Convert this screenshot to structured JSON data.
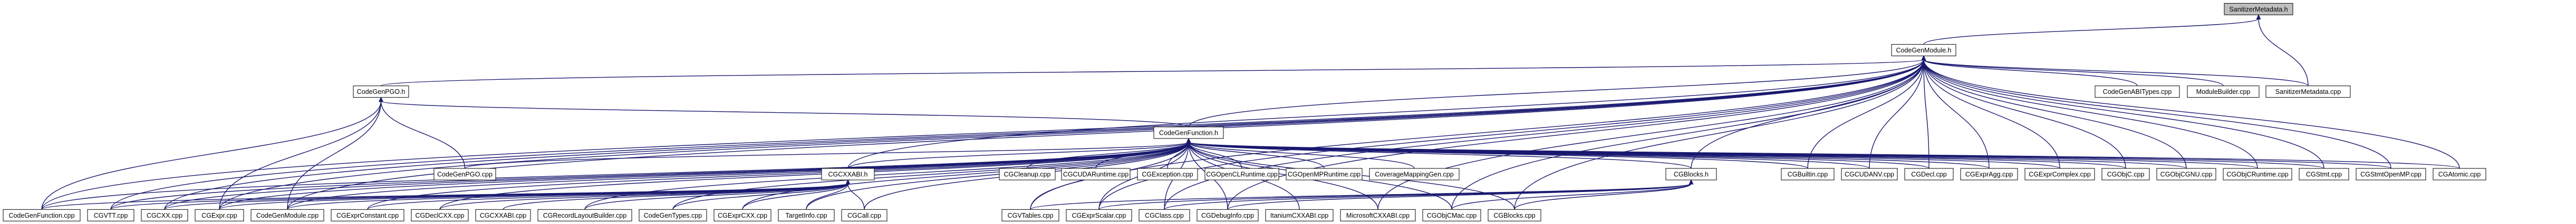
{
  "colors": {
    "edge": "#191970",
    "node_border": "#000000",
    "root_fill": "#bfbfbf",
    "node_fill": "#ffffff"
  },
  "nodes": [
    {
      "id": "sanitizer_h",
      "label": "SanitizerMetadata.h",
      "root": true
    },
    {
      "id": "codegenmodule_h",
      "label": "CodeGenModule.h"
    },
    {
      "id": "codegenpgo_h",
      "label": "CodeGenPGO.h"
    },
    {
      "id": "codegenabitypes_cpp",
      "label": "CodeGenABITypes.cpp"
    },
    {
      "id": "modulebuilder_cpp",
      "label": "ModuleBuilder.cpp"
    },
    {
      "id": "sanitizer_cpp",
      "label": "SanitizerMetadata.cpp"
    },
    {
      "id": "codegenfunction_h",
      "label": "CodeGenFunction.h"
    },
    {
      "id": "codegenpgo_cpp",
      "label": "CodeGenPGO.cpp"
    },
    {
      "id": "cgcxxabi_h",
      "label": "CGCXXABI.h"
    },
    {
      "id": "cgcleanup_cpp",
      "label": "CGCleanup.cpp"
    },
    {
      "id": "cgcudaruntime_cpp",
      "label": "CGCUDARuntime.cpp"
    },
    {
      "id": "cgexception_cpp",
      "label": "CGException.cpp"
    },
    {
      "id": "cgopenclruntime_cpp",
      "label": "CGOpenCLRuntime.cpp"
    },
    {
      "id": "cgopenmpruntime_cpp",
      "label": "CGOpenMPRuntime.cpp"
    },
    {
      "id": "coveragemappinggen_cpp",
      "label": "CoverageMappingGen.cpp"
    },
    {
      "id": "cgblocks_h",
      "label": "CGBlocks.h"
    },
    {
      "id": "cgbuiltin_cpp",
      "label": "CGBuiltin.cpp"
    },
    {
      "id": "cgcudanv_cpp",
      "label": "CGCUDANV.cpp"
    },
    {
      "id": "cgdecl_cpp",
      "label": "CGDecl.cpp"
    },
    {
      "id": "cgexpragg_cpp",
      "label": "CGExprAgg.cpp"
    },
    {
      "id": "cgexprcomplex_cpp",
      "label": "CGExprComplex.cpp"
    },
    {
      "id": "cgobjc_cpp",
      "label": "CGObjC.cpp"
    },
    {
      "id": "cgobjcgnu_cpp",
      "label": "CGObjCGNU.cpp"
    },
    {
      "id": "cgobjcruntime_cpp",
      "label": "CGObjCRuntime.cpp"
    },
    {
      "id": "cgstmt_cpp",
      "label": "CGStmt.cpp"
    },
    {
      "id": "cgstmtopenmp_cpp",
      "label": "CGStmtOpenMP.cpp"
    },
    {
      "id": "cgatomic_cpp",
      "label": "CGAtomic.cpp"
    },
    {
      "id": "codegenfunction_cpp",
      "label": "CodeGenFunction.cpp"
    },
    {
      "id": "cgvtt_cpp",
      "label": "CGVTT.cpp"
    },
    {
      "id": "cgcxx_cpp",
      "label": "CGCXX.cpp"
    },
    {
      "id": "cgexpr_cpp",
      "label": "CGExpr.cpp"
    },
    {
      "id": "codegenmodule_cpp",
      "label": "CodeGenModule.cpp"
    },
    {
      "id": "cgexprconstant_cpp",
      "label": "CGExprConstant.cpp"
    },
    {
      "id": "cgdeclcxx_cpp",
      "label": "CGDeclCXX.cpp"
    },
    {
      "id": "cgcxxabi_cpp",
      "label": "CGCXXABI.cpp"
    },
    {
      "id": "cgrecordlayoutbuilder_cpp",
      "label": "CGRecordLayoutBuilder.cpp"
    },
    {
      "id": "codegentypes_cpp",
      "label": "CodeGenTypes.cpp"
    },
    {
      "id": "cgexprcxx_cpp",
      "label": "CGExprCXX.cpp"
    },
    {
      "id": "targetinfo_cpp",
      "label": "TargetInfo.cpp"
    },
    {
      "id": "cgcall_cpp",
      "label": "CGCall.cpp"
    },
    {
      "id": "cgvtables_cpp",
      "label": "CGVTables.cpp"
    },
    {
      "id": "cgexprscalar_cpp",
      "label": "CGExprScalar.cpp"
    },
    {
      "id": "cgclass_cpp",
      "label": "CGClass.cpp"
    },
    {
      "id": "cgdebuginfo_cpp",
      "label": "CGDebugInfo.cpp"
    },
    {
      "id": "itaniumcxxabi_cpp",
      "label": "ItaniumCXXABI.cpp"
    },
    {
      "id": "microsoftcxxabi_cpp",
      "label": "MicrosoftCXXABI.cpp"
    },
    {
      "id": "cgobjcmac_cpp",
      "label": "CGObjCMac.cpp"
    },
    {
      "id": "cgblocks_cpp",
      "label": "CGBlocks.cpp"
    }
  ],
  "edges": [
    [
      "sanitizer_h",
      "codegenmodule_h"
    ],
    [
      "sanitizer_h",
      "sanitizer_cpp"
    ],
    [
      "codegenmodule_h",
      "codegenpgo_h"
    ],
    [
      "codegenmodule_h",
      "codegenfunction_h"
    ],
    [
      "codegenmodule_h",
      "codegenabitypes_cpp"
    ],
    [
      "codegenmodule_h",
      "modulebuilder_cpp"
    ],
    [
      "codegenmodule_h",
      "sanitizer_cpp"
    ],
    [
      "codegenmodule_h",
      "cgcxxabi_h"
    ],
    [
      "codegenmodule_h",
      "cgblocks_h"
    ],
    [
      "codegenmodule_h",
      "cgbuiltin_cpp"
    ],
    [
      "codegenmodule_h",
      "cgcudanv_cpp"
    ],
    [
      "codegenmodule_h",
      "cgdecl_cpp"
    ],
    [
      "codegenmodule_h",
      "cgexpragg_cpp"
    ],
    [
      "codegenmodule_h",
      "cgexprcomplex_cpp"
    ],
    [
      "codegenmodule_h",
      "cgobjc_cpp"
    ],
    [
      "codegenmodule_h",
      "cgobjcgnu_cpp"
    ],
    [
      "codegenmodule_h",
      "cgobjcruntime_cpp"
    ],
    [
      "codegenmodule_h",
      "cgstmt_cpp"
    ],
    [
      "codegenmodule_h",
      "cgstmtopenmp_cpp"
    ],
    [
      "codegenmodule_h",
      "cgatomic_cpp"
    ],
    [
      "codegenmodule_h",
      "codegenfunction_cpp"
    ],
    [
      "codegenmodule_h",
      "cgvtt_cpp"
    ],
    [
      "codegenmodule_h",
      "cgcxx_cpp"
    ],
    [
      "codegenmodule_h",
      "cgexpr_cpp"
    ],
    [
      "codegenmodule_h",
      "codegenmodule_cpp"
    ],
    [
      "codegenmodule_h",
      "cgvtables_cpp"
    ],
    [
      "codegenmodule_h",
      "cgexprscalar_cpp"
    ],
    [
      "codegenmodule_h",
      "cgclass_cpp"
    ],
    [
      "codegenmodule_h",
      "cgdebuginfo_cpp"
    ],
    [
      "codegenmodule_h",
      "cgobjcmac_cpp"
    ],
    [
      "codegenmodule_h",
      "cgblocks_cpp"
    ],
    [
      "codegenmodule_h",
      "microsoftcxxabi_cpp"
    ],
    [
      "codegenpgo_h",
      "codegenfunction_h"
    ],
    [
      "codegenpgo_h",
      "codegenpgo_cpp"
    ],
    [
      "codegenpgo_h",
      "codegenfunction_cpp"
    ],
    [
      "codegenpgo_h",
      "codegenmodule_cpp"
    ],
    [
      "codegenpgo_h",
      "cgexpr_cpp"
    ],
    [
      "codegenfunction_h",
      "codegenpgo_cpp"
    ],
    [
      "codegenfunction_h",
      "cgcxxabi_h"
    ],
    [
      "codegenfunction_h",
      "cgcleanup_cpp"
    ],
    [
      "codegenfunction_h",
      "cgcudaruntime_cpp"
    ],
    [
      "codegenfunction_h",
      "cgexception_cpp"
    ],
    [
      "codegenfunction_h",
      "cgopenclruntime_cpp"
    ],
    [
      "codegenfunction_h",
      "cgopenmpruntime_cpp"
    ],
    [
      "codegenfunction_h",
      "coveragemappinggen_cpp"
    ],
    [
      "codegenfunction_h",
      "cgblocks_h"
    ],
    [
      "codegenfunction_h",
      "cgbuiltin_cpp"
    ],
    [
      "codegenfunction_h",
      "cgcudanv_cpp"
    ],
    [
      "codegenfunction_h",
      "cgdecl_cpp"
    ],
    [
      "codegenfunction_h",
      "cgexpragg_cpp"
    ],
    [
      "codegenfunction_h",
      "cgexprcomplex_cpp"
    ],
    [
      "codegenfunction_h",
      "cgobjc_cpp"
    ],
    [
      "codegenfunction_h",
      "cgobjcgnu_cpp"
    ],
    [
      "codegenfunction_h",
      "cgobjcruntime_cpp"
    ],
    [
      "codegenfunction_h",
      "cgstmt_cpp"
    ],
    [
      "codegenfunction_h",
      "cgstmtopenmp_cpp"
    ],
    [
      "codegenfunction_h",
      "cgatomic_cpp"
    ],
    [
      "codegenfunction_h",
      "codegenfunction_cpp"
    ],
    [
      "codegenfunction_h",
      "cgvtt_cpp"
    ],
    [
      "codegenfunction_h",
      "cgcxx_cpp"
    ],
    [
      "codegenfunction_h",
      "cgexpr_cpp"
    ],
    [
      "codegenfunction_h",
      "codegenmodule_cpp"
    ],
    [
      "codegenfunction_h",
      "cgexprconstant_cpp"
    ],
    [
      "codegenfunction_h",
      "cgdeclcxx_cpp"
    ],
    [
      "codegenfunction_h",
      "cgrecordlayoutbuilder_cpp"
    ],
    [
      "codegenfunction_h",
      "codegentypes_cpp"
    ],
    [
      "codegenfunction_h",
      "cgexprcxx_cpp"
    ],
    [
      "codegenfunction_h",
      "targetinfo_cpp"
    ],
    [
      "codegenfunction_h",
      "cgcall_cpp"
    ],
    [
      "codegenfunction_h",
      "cgvtables_cpp"
    ],
    [
      "codegenfunction_h",
      "cgexprscalar_cpp"
    ],
    [
      "codegenfunction_h",
      "cgclass_cpp"
    ],
    [
      "codegenfunction_h",
      "cgdebuginfo_cpp"
    ],
    [
      "codegenfunction_h",
      "itaniumcxxabi_cpp"
    ],
    [
      "codegenfunction_h",
      "microsoftcxxabi_cpp"
    ],
    [
      "codegenfunction_h",
      "cgobjcmac_cpp"
    ],
    [
      "codegenfunction_h",
      "cgblocks_cpp"
    ],
    [
      "cgcxxabi_h",
      "codegenfunction_cpp"
    ],
    [
      "cgcxxabi_h",
      "cgvtt_cpp"
    ],
    [
      "cgcxxabi_h",
      "cgcxx_cpp"
    ],
    [
      "cgcxxabi_h",
      "cgexpr_cpp"
    ],
    [
      "cgcxxabi_h",
      "codegenmodule_cpp"
    ],
    [
      "cgcxxabi_h",
      "cgexprconstant_cpp"
    ],
    [
      "cgcxxabi_h",
      "cgdeclcxx_cpp"
    ],
    [
      "cgcxxabi_h",
      "cgcxxabi_cpp"
    ],
    [
      "cgcxxabi_h",
      "cgrecordlayoutbuilder_cpp"
    ],
    [
      "cgcxxabi_h",
      "codegentypes_cpp"
    ],
    [
      "cgcxxabi_h",
      "cgexprcxx_cpp"
    ],
    [
      "cgcxxabi_h",
      "targetinfo_cpp"
    ],
    [
      "cgcxxabi_h",
      "cgcall_cpp"
    ],
    [
      "cgblocks_h",
      "cgvtables_cpp"
    ],
    [
      "cgblocks_h",
      "cgexprscalar_cpp"
    ],
    [
      "cgblocks_h",
      "cgclass_cpp"
    ],
    [
      "cgblocks_h",
      "cgdebuginfo_cpp"
    ],
    [
      "cgblocks_h",
      "cgobjcmac_cpp"
    ],
    [
      "cgblocks_h",
      "cgblocks_cpp"
    ]
  ]
}
